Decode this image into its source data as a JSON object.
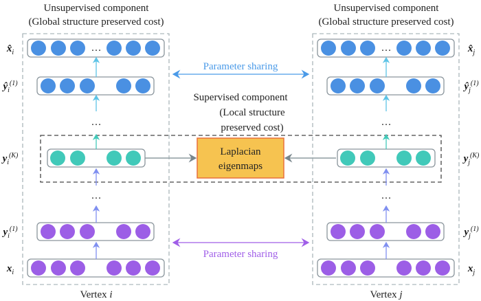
{
  "left": {
    "title_line1": "Unsupervised component",
    "title_line2": "(Global structure preserved cost)",
    "caption_prefix": "Vertex ",
    "caption_var": "i",
    "sub": "i"
  },
  "right": {
    "title_line1": "Unsupervised component",
    "title_line2": "(Global structure preserved cost)",
    "caption_prefix": "Vertex ",
    "caption_var": "j",
    "sub": "j"
  },
  "row_labels": {
    "xhat": "x̂",
    "yhat1": "ŷ",
    "yK": "y",
    "y1": "y",
    "x": "x",
    "sup1": "(1)",
    "supK": "(K)"
  },
  "ellipsis": "…",
  "supervised": {
    "line1": "Supervised component",
    "line2": "(Local structure",
    "line3": "preserved cost)"
  },
  "laplacian": {
    "line1": "Laplacian",
    "line2": "eigenmaps"
  },
  "sharing_top": "Parameter sharing",
  "sharing_bottom": "Parameter sharing",
  "colors": {
    "decoder_nodes": "#4a90e2",
    "embedding_nodes": "#41c9b9",
    "encoder_nodes": "#9c5ee6",
    "decoder_arrows": "#5cc3e6",
    "encoder_arrows": "#7f8ff0",
    "sharing_top": "#4a9ae8",
    "sharing_bottom": "#a05ee8",
    "laplacian_fill": "#f6c350",
    "laplacian_stroke": "#e8703c"
  }
}
